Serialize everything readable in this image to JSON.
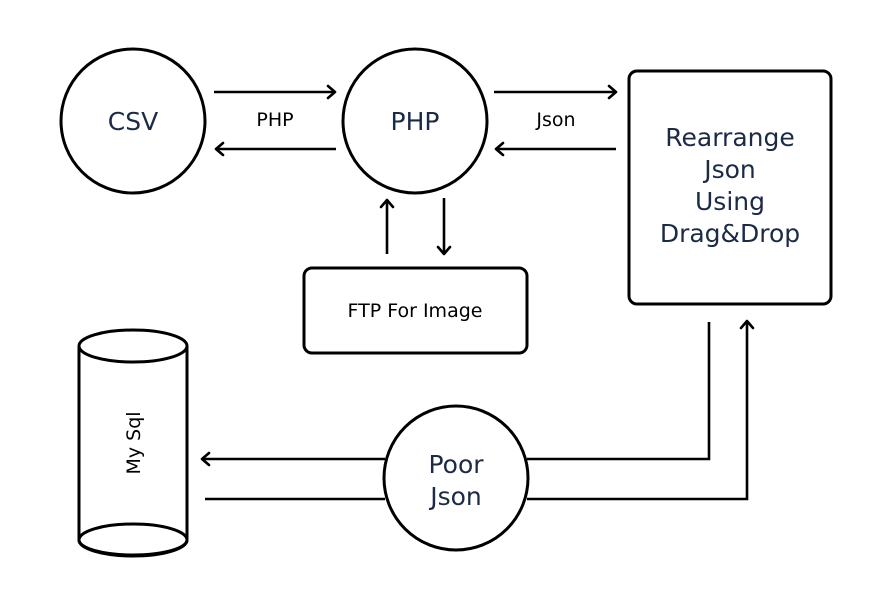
{
  "diagram": {
    "nodes": {
      "csv": {
        "label": "CSV",
        "shape": "circle"
      },
      "php": {
        "label": "PHP",
        "shape": "circle"
      },
      "rearrange": {
        "label_lines": [
          "Rearrange",
          "Json",
          "Using",
          "Drag&Drop"
        ],
        "shape": "rounded-rectangle"
      },
      "ftp": {
        "label": "FTP For Image",
        "shape": "rounded-rectangle"
      },
      "mysql": {
        "label": "My Sql",
        "shape": "cylinder"
      },
      "poor_json": {
        "label_lines": [
          "Poor",
          "Json"
        ],
        "shape": "circle"
      }
    },
    "edges": {
      "csv_php": {
        "label": "PHP",
        "direction": "bidirectional"
      },
      "php_rearrange": {
        "label": "Json",
        "direction": "bidirectional"
      },
      "php_ftp": {
        "label": "",
        "direction": "bidirectional"
      },
      "rearrange_poor_json": {
        "label": "",
        "direction": "bidirectional"
      },
      "poor_json_mysql": {
        "label": "",
        "direction": "bidirectional"
      }
    },
    "colors": {
      "node_text": "#1b2a45",
      "stroke": "#000000",
      "background": "#ffffff"
    }
  }
}
